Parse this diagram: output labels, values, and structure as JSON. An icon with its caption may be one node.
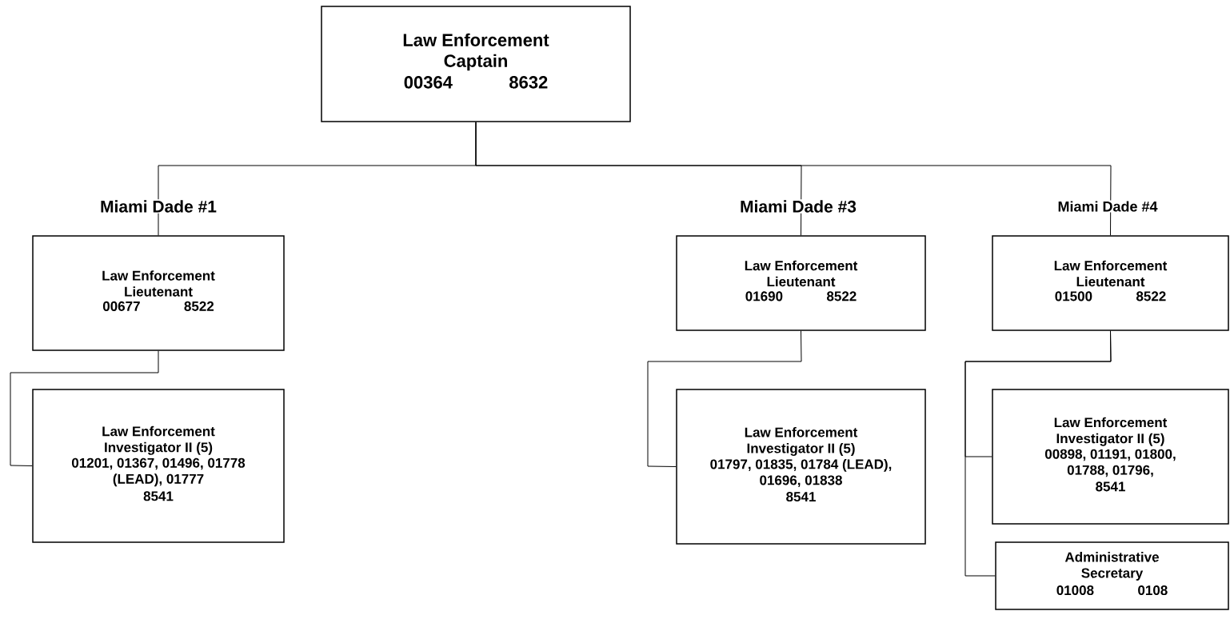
{
  "diagram": {
    "nodes": [
      {
        "text": [
          "Law Enforcement Captain",
          "00364",
          "8632"
        ]
      },
      {
        "text": [
          "Law Enforcement Lieutenant",
          "00677",
          "8522"
        ],
        "beside": [
          "Miami Dade #1"
        ]
      },
      {
        "text": [
          "Law Enforcement Investigator II (5)",
          "01201, 01367, 01496, 01778 (LEAD), 01777",
          "8541"
        ]
      },
      {
        "text": [
          "Law Enforcement Lieutenant",
          "01690",
          "8522"
        ],
        "beside": [
          "Miami Dade #3"
        ]
      },
      {
        "text": [
          "Law Enforcement Investigator II (5)",
          "01797, 01835, 01784 (LEAD), 01696, 01838",
          "8541"
        ]
      },
      {
        "text": [
          "Law Enforcement Lieutenant",
          "01500",
          "8522"
        ],
        "beside": [
          "Miami Dade #4"
        ]
      },
      {
        "text": [
          "Law Enforcement Investigator II (5)",
          "00898, 01191, 01800, 01788, 01796,",
          "8541"
        ]
      },
      {
        "text": [
          "Administrative Secretary",
          "01008",
          "0108"
        ]
      }
    ],
    "edges": [
      {
        "from": 0,
        "to": 1,
        "arrow": "none"
      },
      {
        "from": 0,
        "to": 3,
        "arrow": "none"
      },
      {
        "from": 0,
        "to": 5,
        "arrow": "none"
      },
      {
        "from": 1,
        "to": 2,
        "arrow": "none"
      },
      {
        "from": 3,
        "to": 4,
        "arrow": "none"
      },
      {
        "from": 5,
        "to": 6,
        "arrow": "none"
      },
      {
        "from": 5,
        "to": 7,
        "arrow": "none"
      }
    ]
  }
}
